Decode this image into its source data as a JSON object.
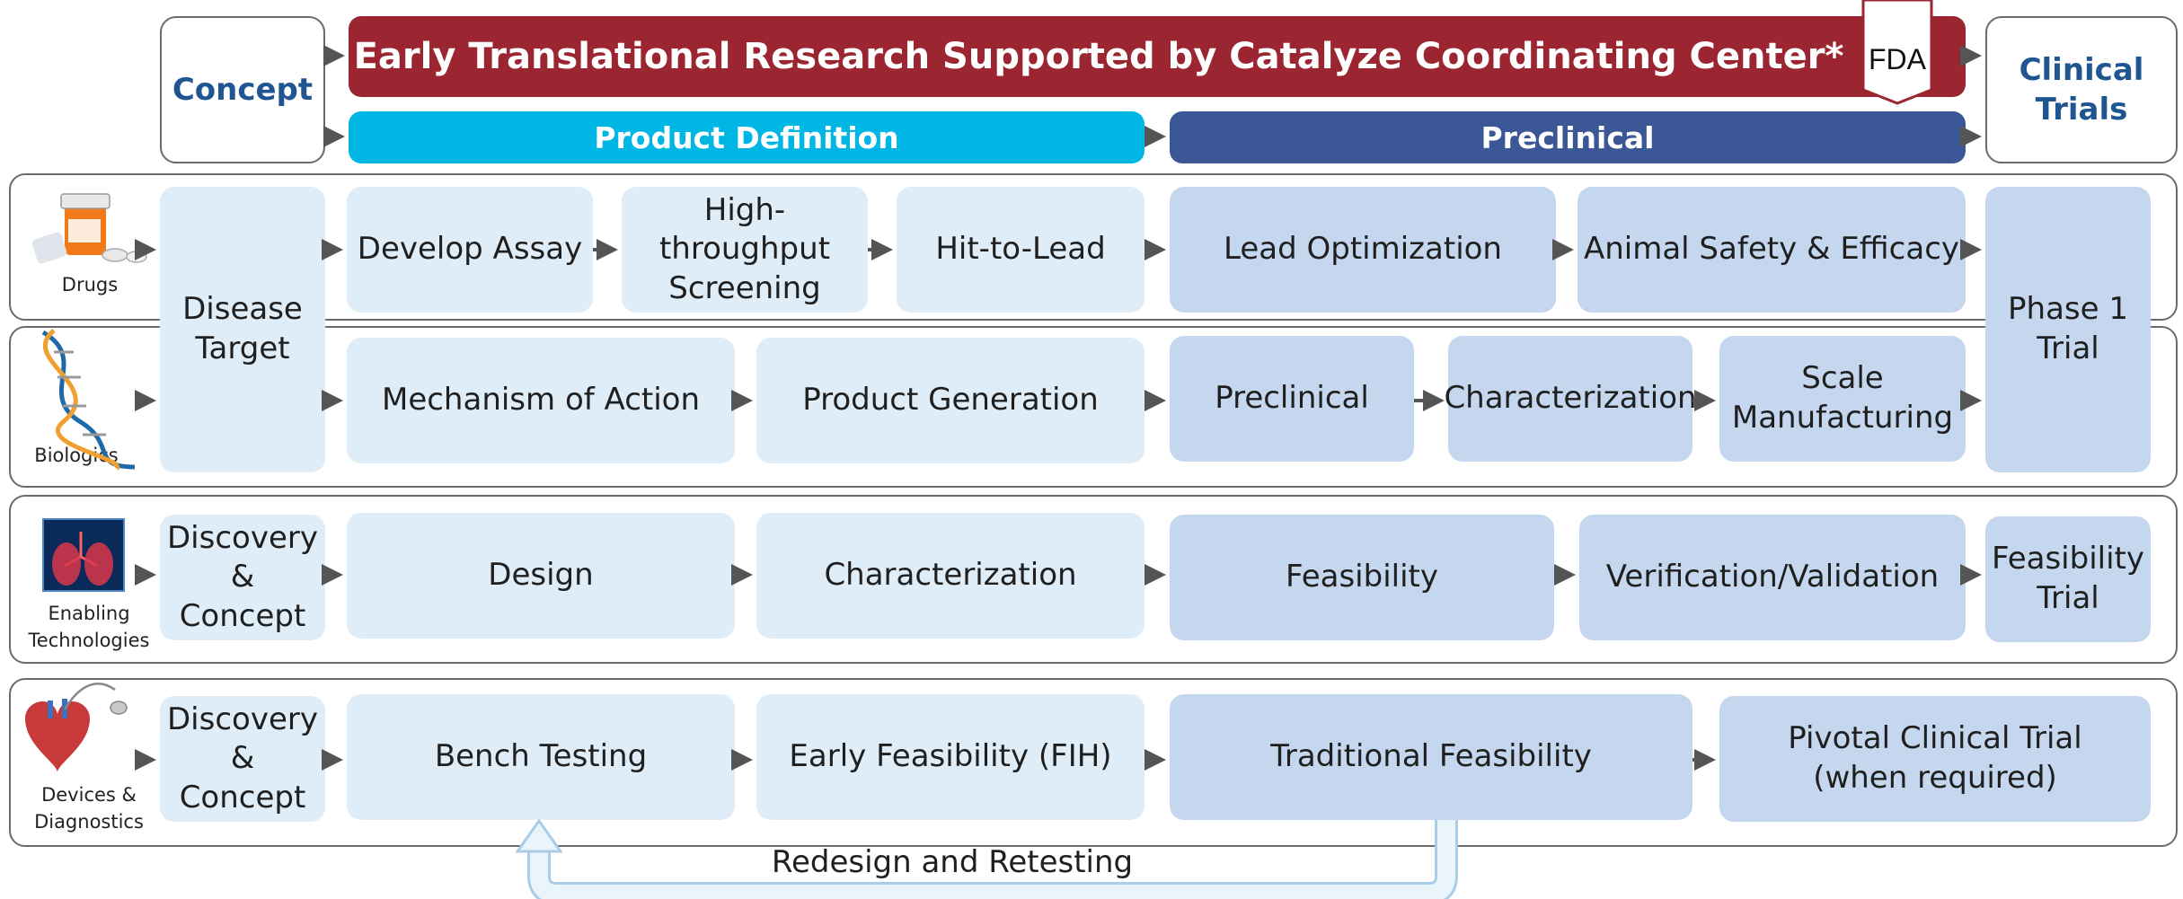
{
  "header": {
    "concept_label": "Concept",
    "clinical_label": "Clinical\nTrials",
    "main_bar_title": "Early Translational Research Supported by Catalyze Coordinating Center*",
    "fda_label": "FDA",
    "product_definition_label": "Product Definition",
    "preclinical_label": "Preclinical"
  },
  "rows": {
    "drugs": {
      "label": "Drugs",
      "steps": [
        "Develop Assay",
        "High-throughput\nScreening",
        "Hit-to-Lead",
        "Lead Optimization",
        "Animal Safety & Efficacy"
      ]
    },
    "shared": {
      "disease_target": "Disease\nTarget",
      "phase1_trial": "Phase 1\nTrial"
    },
    "biologics": {
      "label": "Biologics",
      "steps": [
        "Mechanism of Action",
        "Product Generation",
        "Preclinical",
        "Characterization",
        "Scale\nManufacturing"
      ]
    },
    "enabling": {
      "label": "Enabling\nTechnologies",
      "steps": [
        "Discovery\n& Concept",
        "Design",
        "Characterization",
        "Feasibility",
        "Verification/Validation",
        "Feasibility\nTrial"
      ]
    },
    "devices": {
      "label": "Devices &\nDiagnostics",
      "steps": [
        "Discovery\n& Concept",
        "Bench Testing",
        "Early Feasibility (FIH)",
        "Traditional Feasibility",
        "Pivotal Clinical Trial\n(when required)"
      ],
      "feedback_label": "Redesign and Retesting"
    }
  },
  "colors": {
    "main_bar": "#9b2530",
    "product_definition": "#00b6e5",
    "preclinical": "#3b5796",
    "light_box": "#deedf8",
    "dark_box": "#c5d7ee",
    "header_text": "#1f5590",
    "arrow": "#555555"
  },
  "icons": {
    "drugs": "pill-bottle-icon",
    "biologics": "dna-helix-icon",
    "enabling": "lungs-scan-icon",
    "devices": "heart-pacemaker-icon"
  }
}
